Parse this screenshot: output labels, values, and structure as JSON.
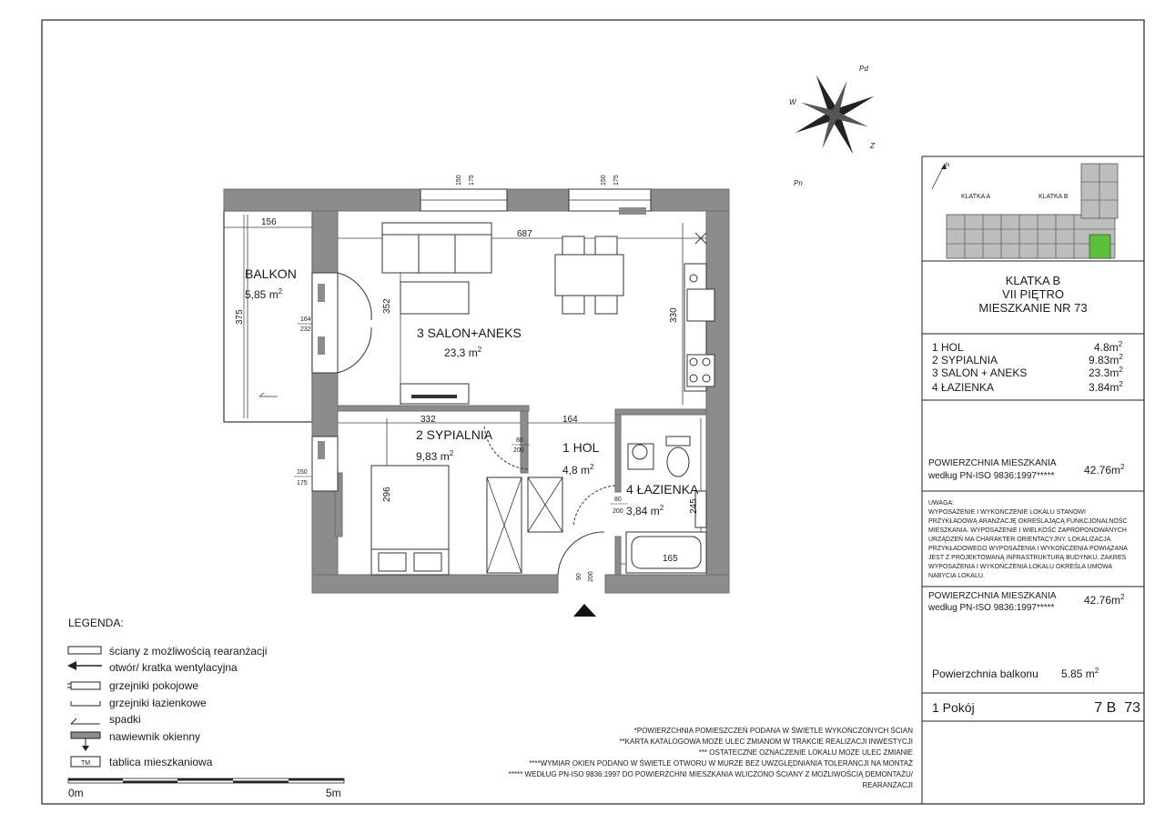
{
  "compass": {
    "north": "Pn",
    "south": "Pd",
    "east": "W",
    "west": "Z"
  },
  "keyplan": {
    "north_label": "N",
    "stairwell_a": "KLATKA A",
    "stairwell_b": "KLATKA B",
    "highlight_color": "#5cbf3a"
  },
  "title_block": {
    "line1": "KLATKA B",
    "line2": "VII PIĘTRO",
    "line3": "MIESZKANIE NR 73"
  },
  "room_list": [
    {
      "name": "1 HOL",
      "area": "4.8m",
      "unit_sup": "2"
    },
    {
      "name": "2 SYPIALNIA",
      "area": "9.83m",
      "unit_sup": "2"
    },
    {
      "name": "3 SALON + ANEKS",
      "area": "23.3m",
      "unit_sup": "2"
    },
    {
      "name": "4 ŁAZIENKA",
      "area": "3.84m",
      "unit_sup": "2"
    }
  ],
  "area_block_1": {
    "label_line1": "POWIERZCHNIA MIESZKANIA",
    "label_line2": "według PN-ISO 9836:1997*****",
    "value": "42.76m",
    "unit_sup": "2"
  },
  "note": {
    "heading": "UWAGA:",
    "lines": [
      "WYPOSAŻENIE I WYKOŃCZENIE LOKALU STANOWI",
      "PRZYKŁADOWĄ ARANŻACJĘ OKREŚLAJĄCĄ FUNKCJONALNOŚĆ",
      "MIESZKANIA. WYPOSAŻENIE I WIELKOŚĆ ZAPROPONOWANYCH",
      "URZĄDZEŃ MA CHARAKTER ORIENTACYJNY. LOKALIZACJA",
      "PRZYKŁADOWEGO WYPOSAŻENIA I WYKOŃCZENIA POWIĄZANA",
      "JEST Z PROJEKTOWANĄ INFRASTRUKTURĄ BUDYNKU. ZAKRES",
      "WYPOSAŻENIA I WYKOŃCZENIA LOKALU OKREŚLA UMOWA",
      "NABYCIA LOKALU."
    ]
  },
  "area_block_2": {
    "label_line1": "POWIERZCHNIA MIESZKANIA",
    "label_line2": "według PN-ISO 9836:1997*****",
    "value": "42.76m",
    "unit_sup": "2"
  },
  "balcony_block": {
    "label": "Powierzchnia balkonu",
    "value": "5.85 m",
    "unit_sup": "2"
  },
  "footer_block": {
    "rooms": "1 Pokój",
    "code": "7 B  73"
  },
  "plan": {
    "balcony": {
      "name": "BALKON",
      "area": "5,85 m",
      "sup": "2"
    },
    "salon": {
      "name": "3 SALON+ANEKS",
      "area": "23,3 m",
      "sup": "2"
    },
    "bedroom": {
      "name": "2 SYPIALNIA",
      "area": "9,83 m",
      "sup": "2"
    },
    "hall": {
      "name": "1 HOL",
      "area": "4,8 m",
      "sup": "2"
    },
    "bath": {
      "name": "4 ŁAZIENKA",
      "area": "3,84 m",
      "sup": "2"
    },
    "dims": {
      "balcony_width": "156",
      "balcony_depth": "375",
      "salon_width": "687",
      "salon_left": "352",
      "salon_right": "330",
      "bedroom_width": "332",
      "hall_width": "164",
      "bedroom_depth": "296",
      "bath_width": "165",
      "bath_depth": "245"
    },
    "openings": {
      "window_top1_a": "150",
      "window_top1_b": "175",
      "window_top2_a": "150",
      "window_top2_b": "175",
      "balcony_door_a": "164",
      "balcony_door_b": "232",
      "bedroom_window_a": "150",
      "bedroom_window_b": "175",
      "bedroom_door_a": "80",
      "bedroom_door_b": "200",
      "bath_door_a": "80",
      "bath_door_b": "200",
      "entry_door_a": "90",
      "entry_door_b": "200"
    }
  },
  "legend": {
    "title": "LEGENDA:",
    "items": [
      {
        "icon": "wall-swatch-icon",
        "label": "ściany z możliwością rearanżacji"
      },
      {
        "icon": "vent-arrow-icon",
        "label": "otwór/ kratka wentylacyjna"
      },
      {
        "icon": "room-radiator-icon",
        "label": "grzejniki pokojowe"
      },
      {
        "icon": "bathroom-radiator-icon",
        "label": "grzejniki łazienkowe"
      },
      {
        "icon": "slope-icon",
        "label": "spadki"
      },
      {
        "icon": "window-vent-icon",
        "label": "nawiewnik okienny"
      },
      {
        "icon": "tm-plate-icon",
        "label": "tablica mieszkaniowa"
      }
    ],
    "tm_text": "TM"
  },
  "scale": {
    "start": "0m",
    "end": "5m"
  },
  "footnotes": [
    "*POWIERZCHNIA POMIESZCZEŃ PODANA W ŚWIETLE WYKOŃCZONYCH ŚCIAN",
    "**KARTA KATALOGOWA MOŻE ULEC ZMIANOM W TRAKCIE REALIZACJI INWESTYCJI",
    "*** OSTATECZNE OZNACZENIE LOKALU MOŻE ULEC ZMIANIE",
    "****WYMIAR OKIEN PODANO W ŚWIETLE OTWORU W MURZE BEZ UWZGLĘDNIANIA TOLERANCJI NA MONTAŻ",
    "***** WEDŁUG PN-ISO 9836:1997 DO POWIERZCHNI MIESZKANIA WLICZONO ŚCIANY Z MOŻLIWOŚCIĄ DEMONTAŻU/",
    "REARANŻACJI"
  ]
}
